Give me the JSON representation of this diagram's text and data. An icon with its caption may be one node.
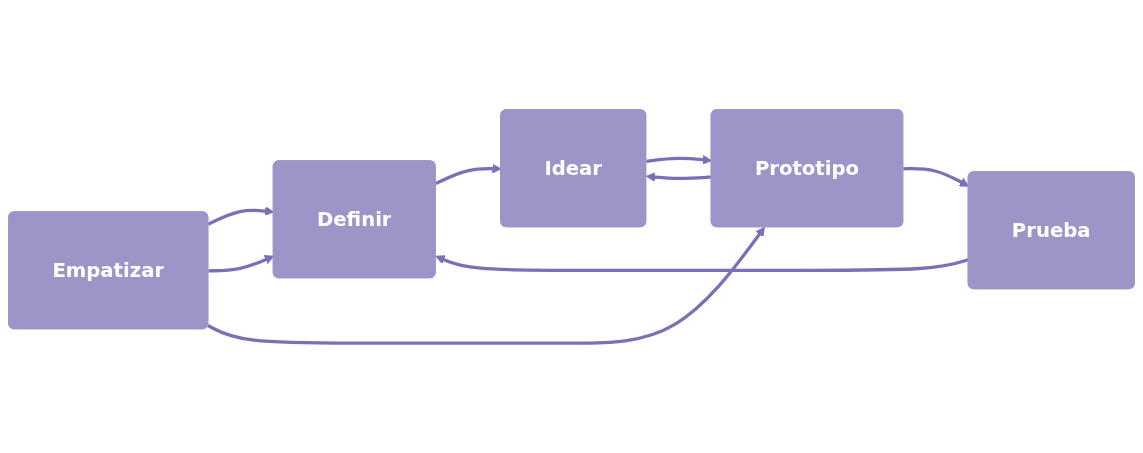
{
  "diagram": {
    "nodes": [
      {
        "text": [
          "Empatizar"
        ]
      },
      {
        "text": [
          "Definir"
        ]
      },
      {
        "text": [
          "Idear"
        ]
      },
      {
        "text": [
          "Prototipo"
        ]
      },
      {
        "text": [
          "Prueba"
        ]
      }
    ],
    "edges": [
      {
        "from": 0,
        "to": 1,
        "arrow": "to"
      },
      {
        "from": 1,
        "to": 2,
        "arrow": "to"
      },
      {
        "from": 2,
        "to": 3,
        "arrow": "to"
      },
      {
        "from": 3,
        "to": 4,
        "arrow": "to"
      },
      {
        "from": 0,
        "to": 1,
        "arrow": "to"
      },
      {
        "from": 0,
        "to": 3,
        "arrow": "to"
      },
      {
        "from": 3,
        "to": 2,
        "arrow": "to"
      },
      {
        "from": 4,
        "to": 1,
        "arrow": "to"
      }
    ]
  }
}
